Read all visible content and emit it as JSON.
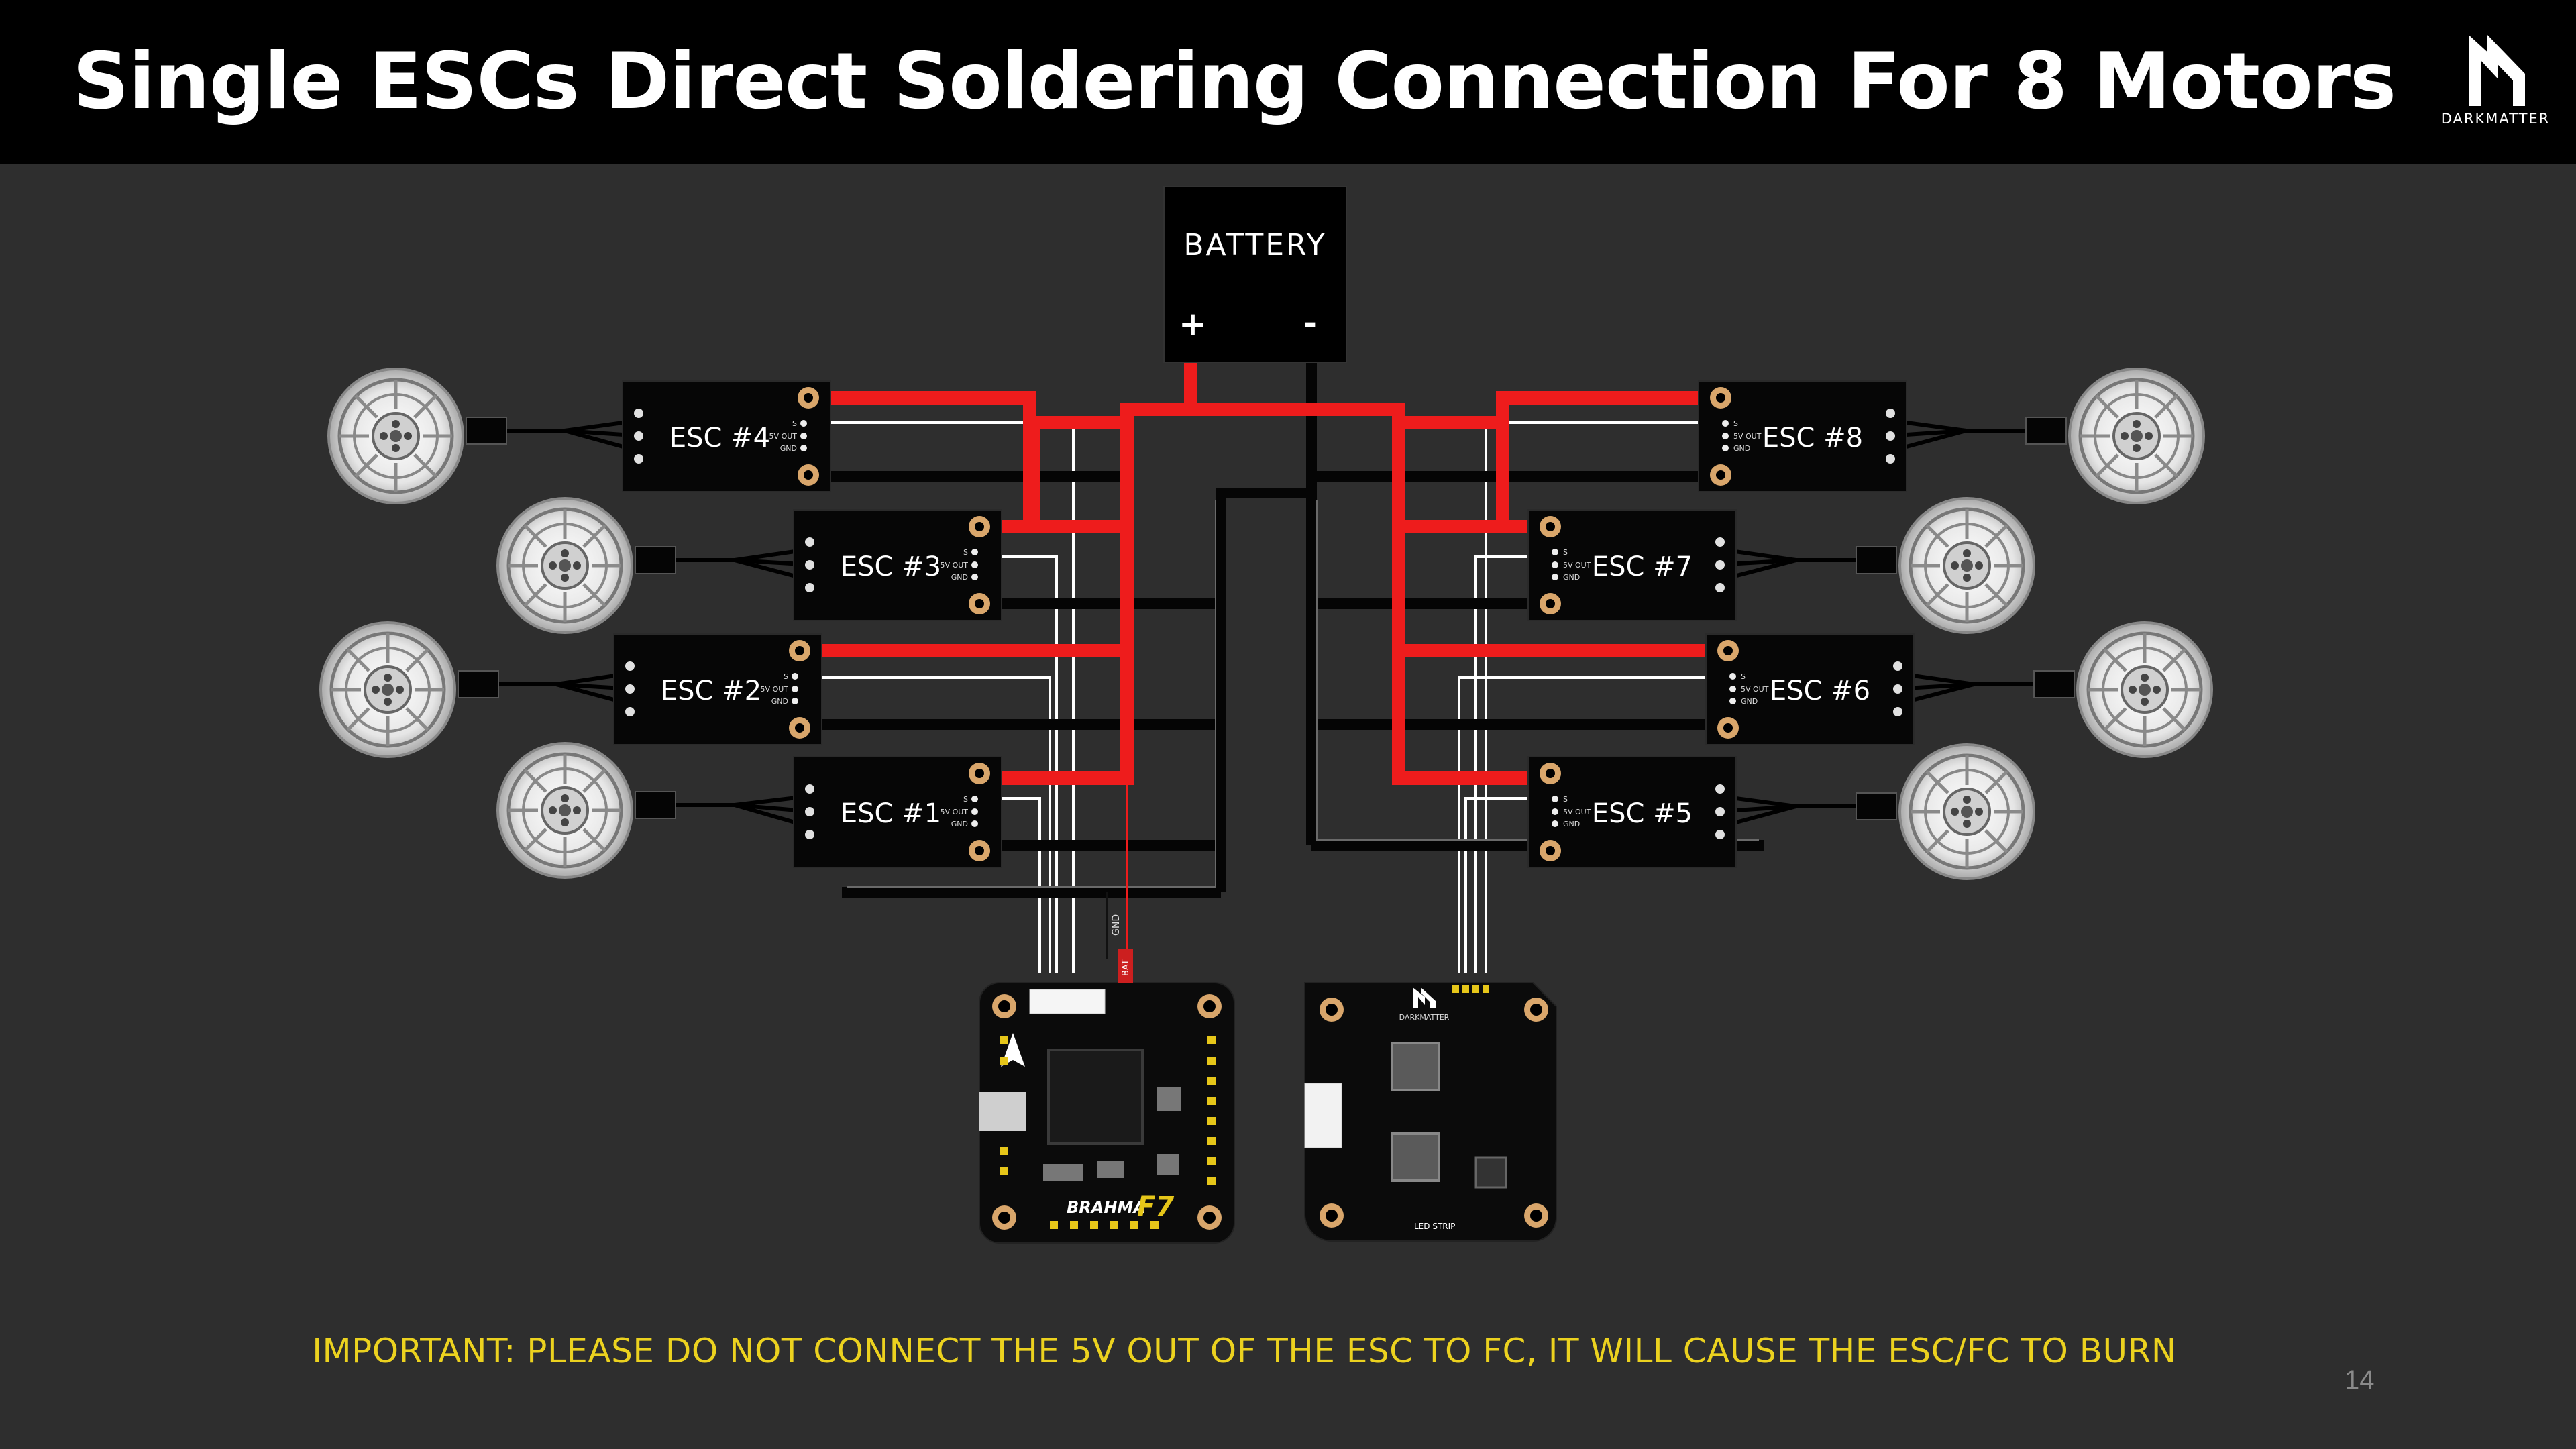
{
  "title": "Single ESCs Direct Soldering Connection For 8 Motors",
  "brand": {
    "name": "DARKMATTER",
    "icon": "darkmatter-logo"
  },
  "battery": {
    "label": "BATTERY",
    "plus": "+",
    "minus": "-"
  },
  "escs": [
    {
      "id": "esc1",
      "label": "ESC #1"
    },
    {
      "id": "esc2",
      "label": "ESC #2"
    },
    {
      "id": "esc3",
      "label": "ESC #3"
    },
    {
      "id": "esc4",
      "label": "ESC #4"
    },
    {
      "id": "esc5",
      "label": "ESC #5"
    },
    {
      "id": "esc6",
      "label": "ESC #6"
    },
    {
      "id": "esc7",
      "label": "ESC #7"
    },
    {
      "id": "esc8",
      "label": "ESC #8"
    }
  ],
  "pins": {
    "signal": "S",
    "five_v_out": "5V OUT",
    "ground": "GND"
  },
  "fc_wire_labels": {
    "ground": "GND",
    "battery": "BAT"
  },
  "flight_controller": {
    "brand": "BRAHMA",
    "model": "F7"
  },
  "pdb": {
    "brand": "DARKMATTER",
    "led_strip": "LED STRIP"
  },
  "warning": "IMPORTANT: PLEASE DO NOT CONNECT THE 5V OUT OF THE ESC TO FC, IT WILL CAUSE THE ESC/FC TO BURN",
  "page_number": "14",
  "colors": {
    "background": "#2e2e2e",
    "header": "#000000",
    "positive_wire": "#ee1c1c",
    "negative_wire": "#050505",
    "signal_wire": "#ffffff",
    "warning_text": "#ecd21f",
    "pad": "#d9a66b"
  }
}
